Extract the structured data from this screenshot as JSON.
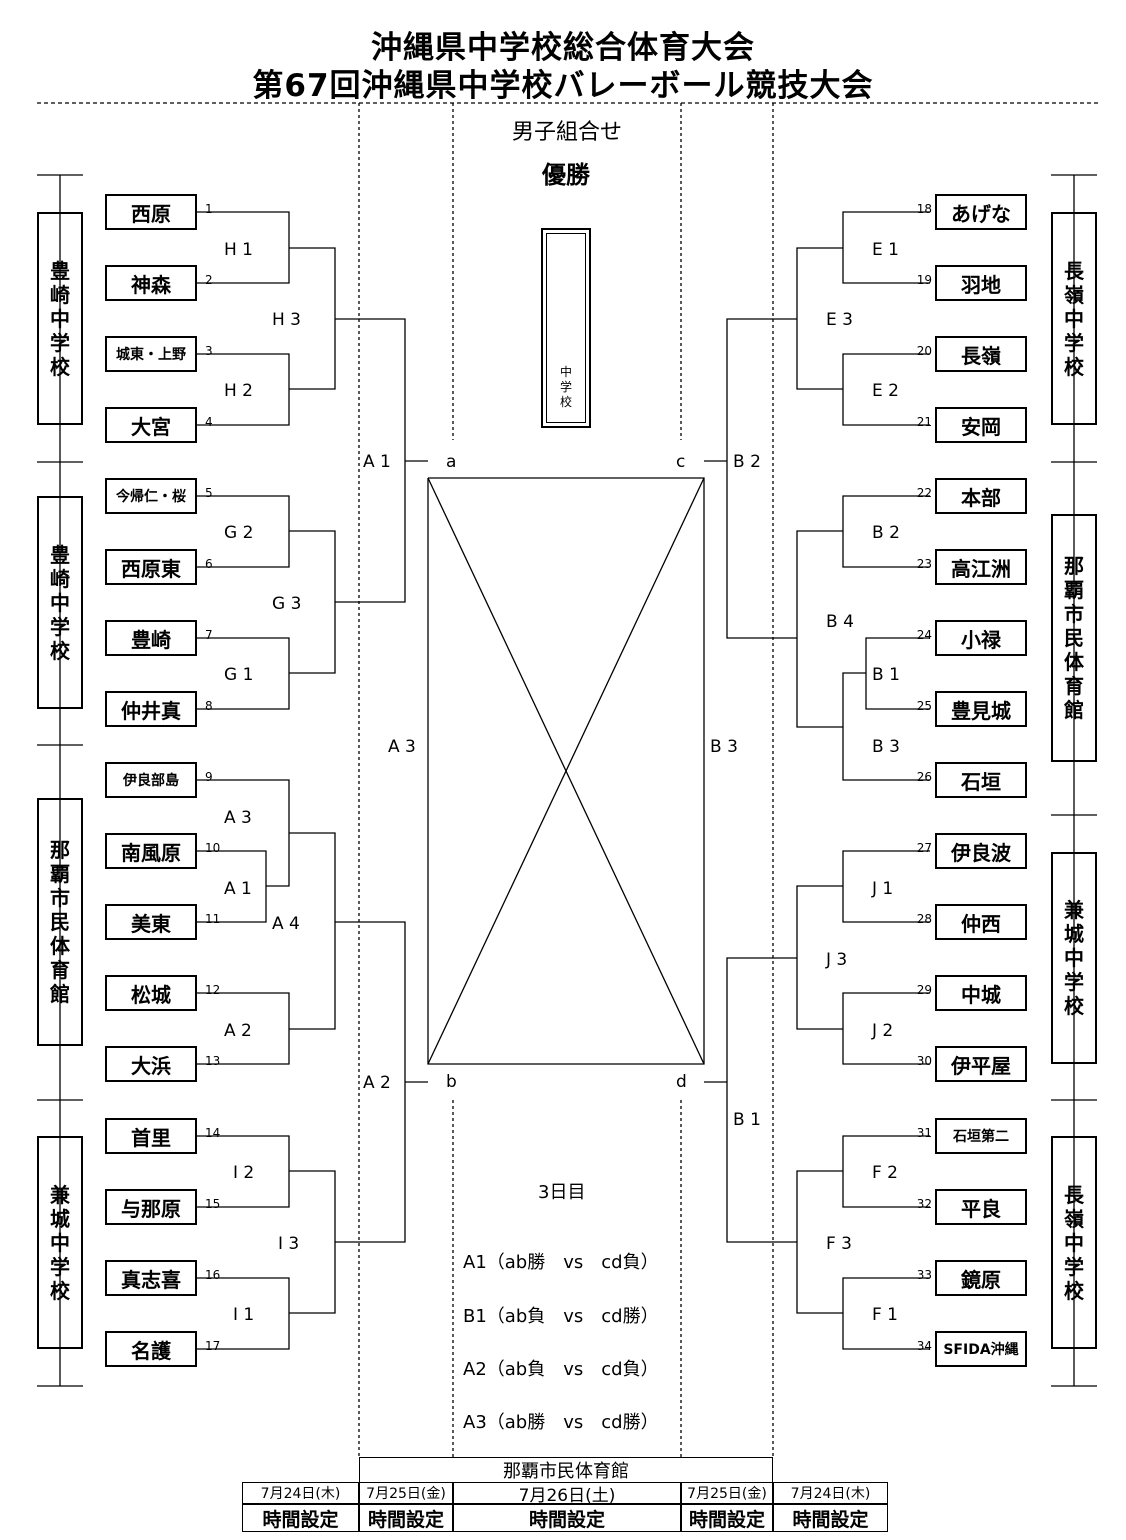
{
  "header": {
    "title1": "沖縄県中学校総合体育大会",
    "title2": "第67回沖縄県中学校バレーボール競技大会",
    "subtitle": "男子組合せ"
  },
  "champion": {
    "title": "優勝",
    "school_label": "中学校"
  },
  "left_teams": [
    {
      "name": "西原",
      "num": "1"
    },
    {
      "name": "神森",
      "num": "2"
    },
    {
      "name": "城東・上野",
      "num": "3"
    },
    {
      "name": "大宮",
      "num": "4"
    },
    {
      "name": "今帰仁・桜",
      "num": "5"
    },
    {
      "name": "西原東",
      "num": "6"
    },
    {
      "name": "豊崎",
      "num": "7"
    },
    {
      "name": "仲井真",
      "num": "8"
    },
    {
      "name": "伊良部島",
      "num": "9"
    },
    {
      "name": "南風原",
      "num": "10"
    },
    {
      "name": "美東",
      "num": "11"
    },
    {
      "name": "松城",
      "num": "12"
    },
    {
      "name": "大浜",
      "num": "13"
    },
    {
      "name": "首里",
      "num": "14"
    },
    {
      "name": "与那原",
      "num": "15"
    },
    {
      "name": "真志喜",
      "num": "16"
    },
    {
      "name": "名護",
      "num": "17"
    }
  ],
  "right_teams": [
    {
      "name": "あげな",
      "num": "18"
    },
    {
      "name": "羽地",
      "num": "19"
    },
    {
      "name": "長嶺",
      "num": "20"
    },
    {
      "name": "安岡",
      "num": "21"
    },
    {
      "name": "本部",
      "num": "22"
    },
    {
      "name": "高江洲",
      "num": "23"
    },
    {
      "name": "小禄",
      "num": "24"
    },
    {
      "name": "豊見城",
      "num": "25"
    },
    {
      "name": "石垣",
      "num": "26"
    },
    {
      "name": "伊良波",
      "num": "27"
    },
    {
      "name": "仲西",
      "num": "28"
    },
    {
      "name": "中城",
      "num": "29"
    },
    {
      "name": "伊平屋",
      "num": "30"
    },
    {
      "name": "石垣第二",
      "num": "31"
    },
    {
      "name": "平良",
      "num": "32"
    },
    {
      "name": "鏡原",
      "num": "33"
    },
    {
      "name": "SFIDA沖縄",
      "num": "34"
    }
  ],
  "venues_left": [
    "豊崎中学校",
    "豊崎中学校",
    "那覇市民体育館",
    "兼城中学校"
  ],
  "venues_right": [
    "長嶺中学校",
    "那覇市民体育館",
    "兼城中学校",
    "長嶺中学校"
  ],
  "match_labels": {
    "H1": "H 1",
    "H2": "H 2",
    "H3": "H 3",
    "G1": "G 1",
    "G2": "G 2",
    "G3": "G 3",
    "A1a": "A 1",
    "A2a": "A 2",
    "A3a": "A 3",
    "A4": "A 4",
    "I1": "I 1",
    "I2": "I 2",
    "I3": "I 3",
    "A1": "A 1",
    "A2": "A 2",
    "A3": "A 3",
    "E1": "E 1",
    "E2": "E 2",
    "E3": "E 3",
    "B1a": "B 1",
    "B2a": "B 2",
    "B3a": "B 3",
    "B4": "B 4",
    "J1": "J 1",
    "J2": "J 2",
    "J3": "J 3",
    "F1": "F 1",
    "F2": "F 2",
    "F3": "F 3",
    "B1": "B 1",
    "B2": "B 2",
    "B3": "B 3"
  },
  "corners": {
    "a": "a",
    "b": "b",
    "c": "c",
    "d": "d"
  },
  "day3": {
    "title": "3日目",
    "lines": [
      "A1（ab勝　vs　cd負）",
      "B1（ab負　vs　cd勝）",
      "A2（ab負　vs　cd負）",
      "A3（ab勝　vs　cd勝）"
    ]
  },
  "footer": {
    "venue": "那覇市民体育館",
    "dates": [
      "7月24日(木)",
      "7月25日(金)",
      "7月26日(土)",
      "7月25日(金)",
      "7月24日(木)"
    ],
    "time_labels": [
      "時間設定",
      "時間設定",
      "時間設定",
      "時間設定",
      "時間設定"
    ]
  }
}
